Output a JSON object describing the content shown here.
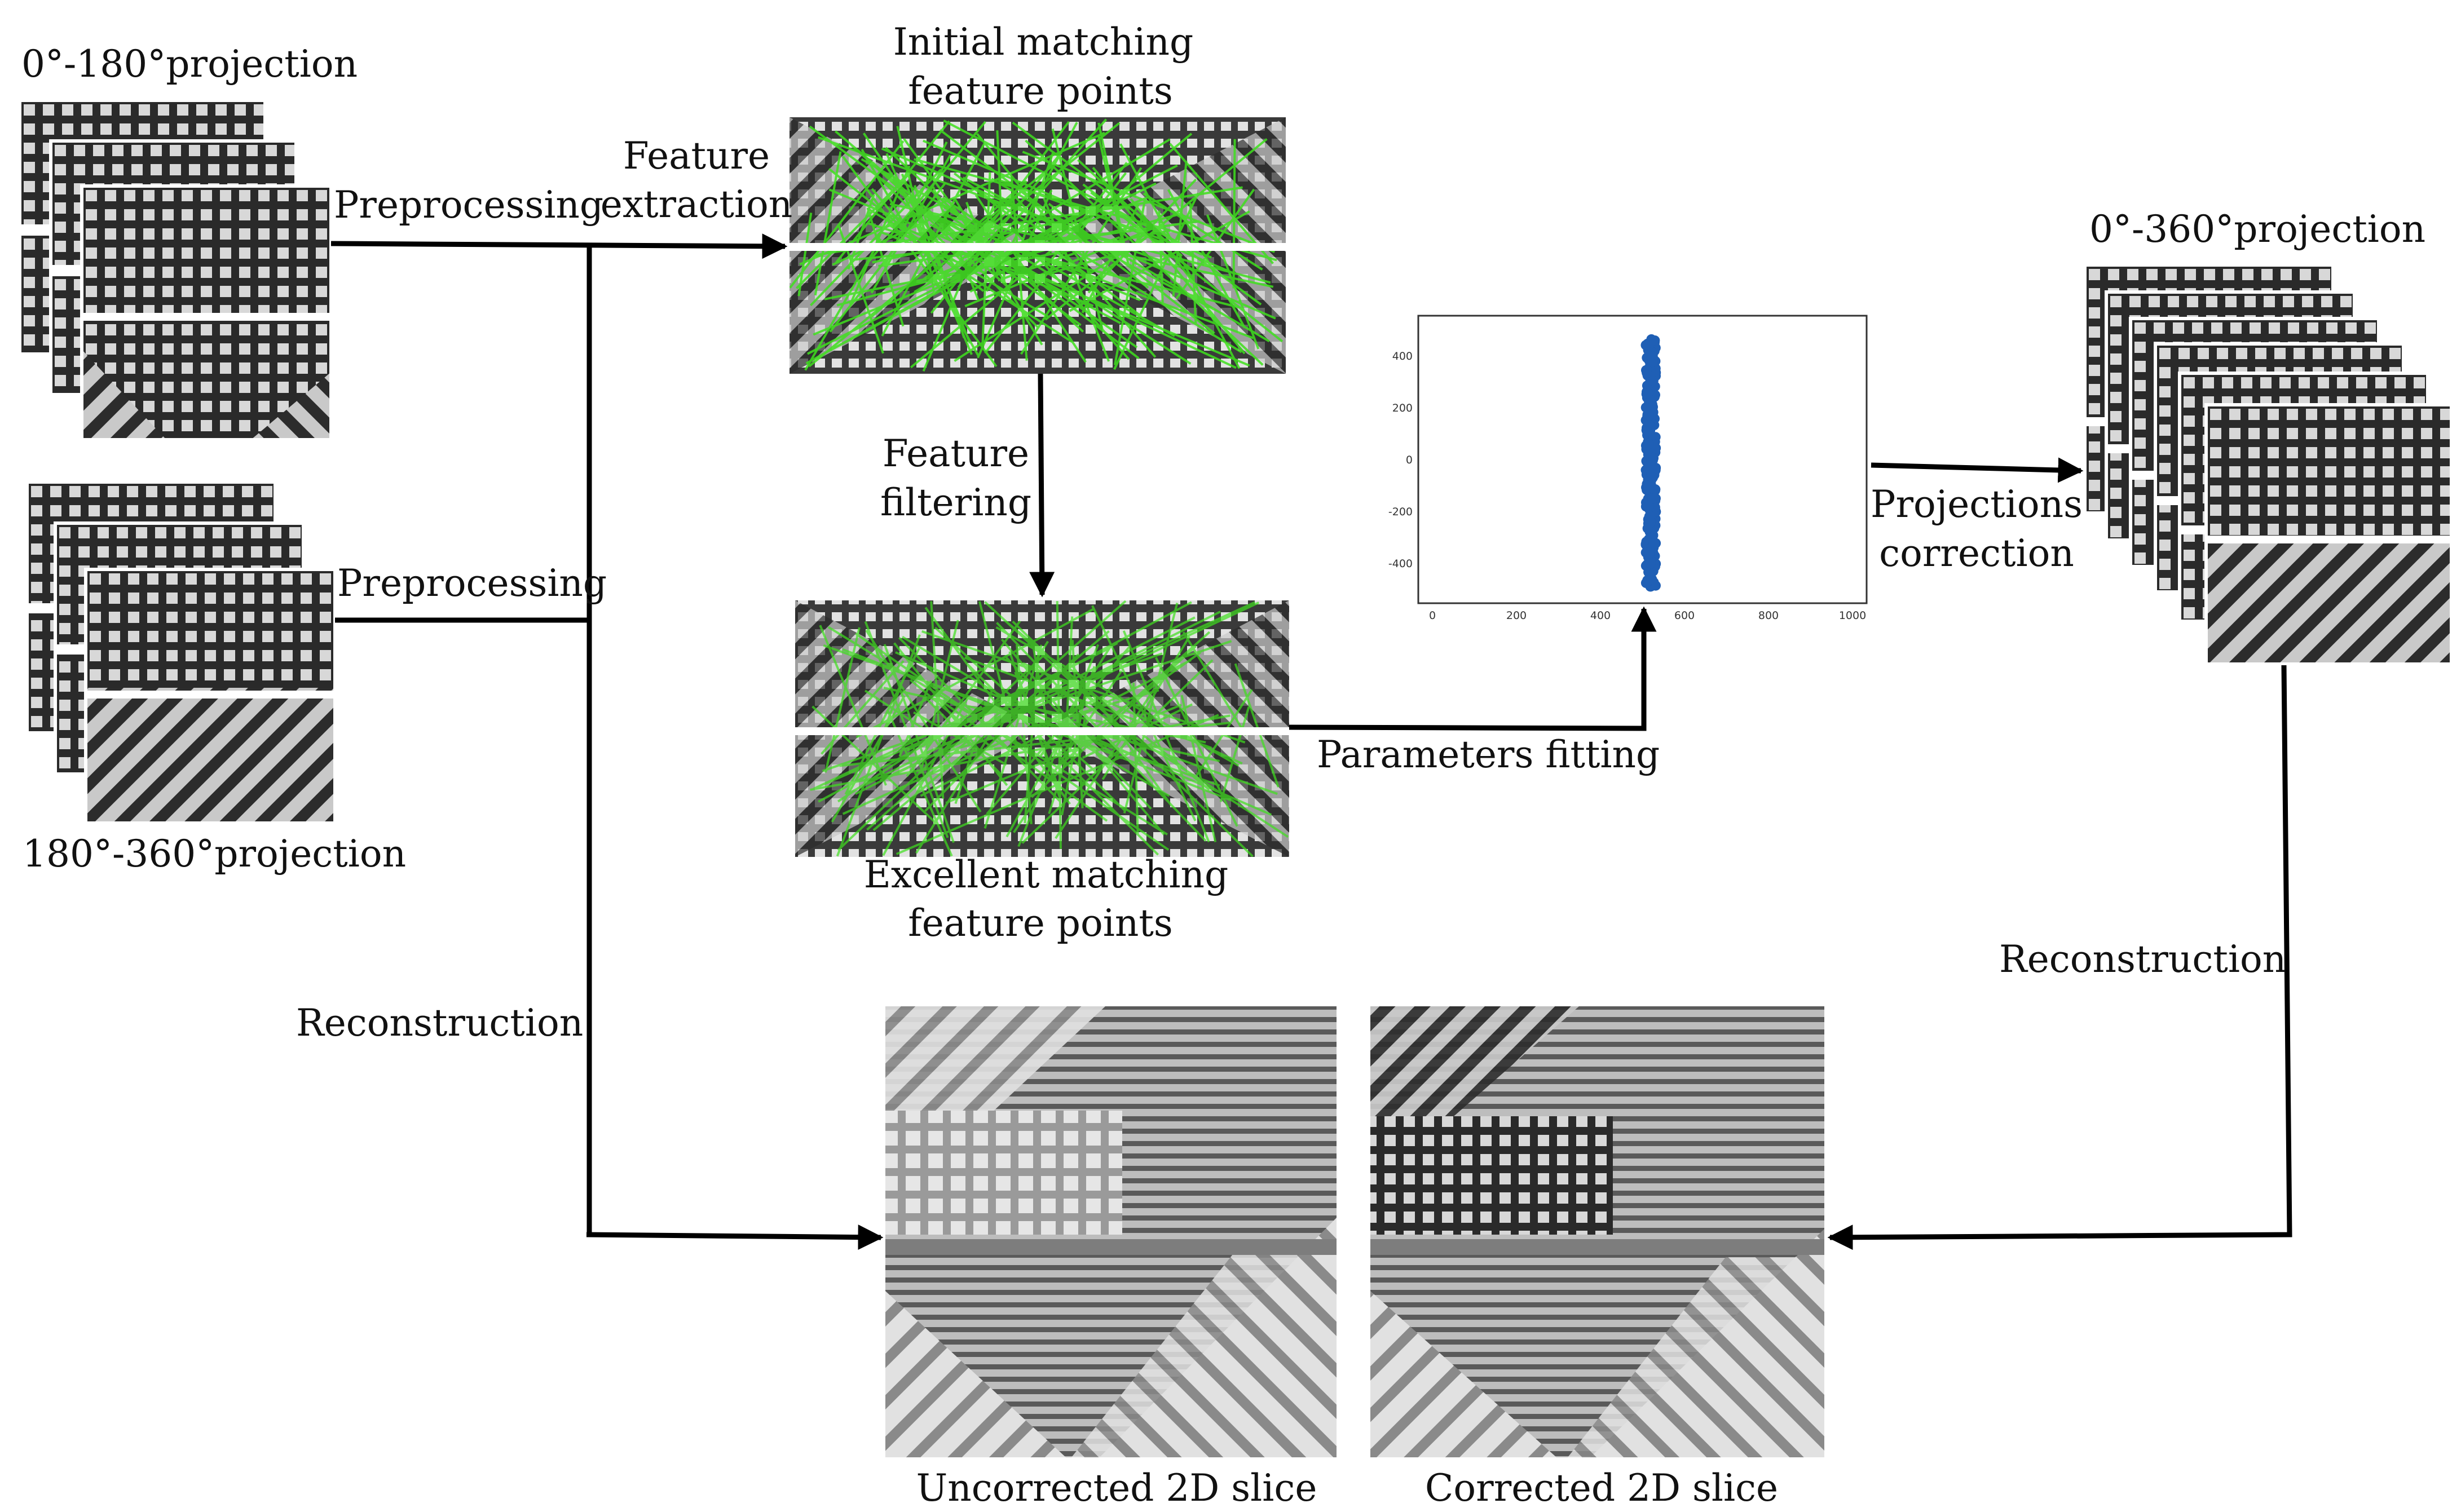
{
  "labels": {
    "proj_0_180": "0°-180°projection",
    "proj_180_360": "180°-360°projection",
    "proj_0_360": "0°-360°projection",
    "preprocessing_1": "Preprocessing",
    "preprocessing_2": "Preprocessing",
    "feature_extraction_1": "Feature",
    "feature_extraction_2": "extraction",
    "initial_matching_1": "Initial matching",
    "initial_matching_2": "feature points",
    "feature_filtering_1": "Feature",
    "feature_filtering_2": "filtering",
    "excellent_matching_1": "Excellent matching",
    "excellent_matching_2": "feature points",
    "parameters_fitting": "Parameters fitting",
    "projections_correction_1": "Projections",
    "projections_correction_2": "correction",
    "reconstruction_left": "Reconstruction",
    "reconstruction_right": "Reconstruction",
    "uncorrected_slice": "Uncorrected 2D slice",
    "corrected_slice": "Corrected 2D slice"
  },
  "scatter": {
    "x_ticks": [
      "0",
      "200",
      "400",
      "600",
      "800",
      "1000"
    ],
    "y_ticks": [
      "400",
      "200",
      "0",
      "-200",
      "-400"
    ],
    "point_color": "#1f5fb5"
  },
  "colors": {
    "match_lines": "#3fe01e",
    "arrow": "#000000",
    "image_dark": "#2a2a2a",
    "image_light": "#d8d8d8"
  }
}
